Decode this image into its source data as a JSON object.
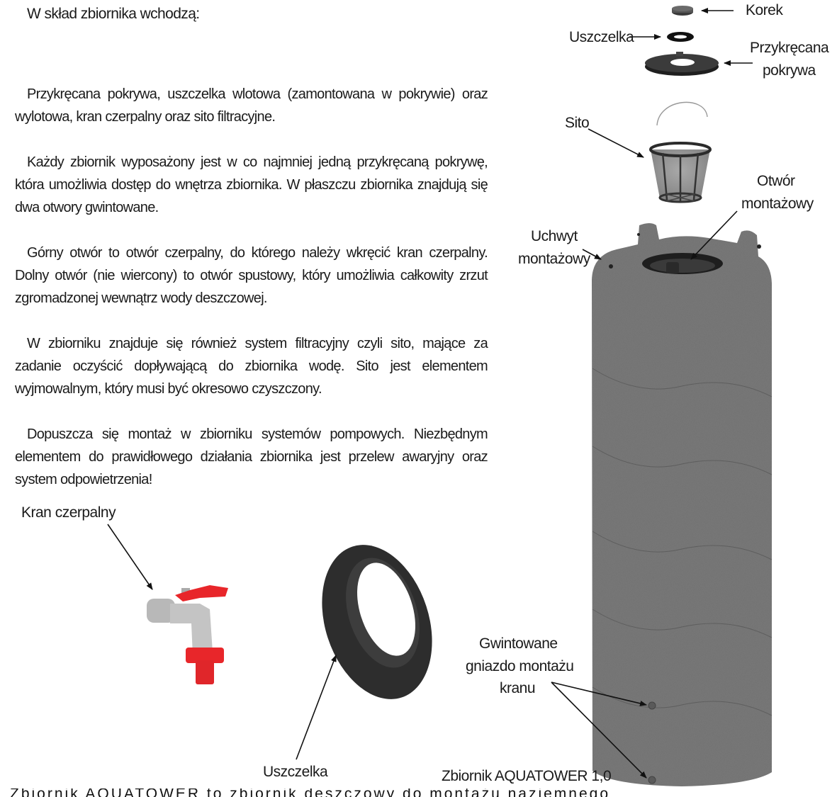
{
  "document": {
    "heading": "W skład zbiornika wchodzą:",
    "paragraphs": [
      "Przykręcana pokrywa, uszczelka wlotowa (zamontowana w pokrywie) oraz wylotowa, kran czerpalny oraz sito filtracyjne.",
      "Każdy zbiornik wyposażony jest w co najmniej jedną przykręcaną pokrywę, która umożliwia dostęp do wnętrza zbiornika. W płaszczu zbiornika znajdują się dwa otwory gwintowane.",
      "Górny otwór to otwór czerpalny, do którego należy wkręcić kran czerpalny. Dolny otwór (nie wiercony) to otwór spustowy, który umożliwia całkowity zrzut zgromadzonej wewnątrz wody deszczowej.",
      "W zbiorniku znajduje się również system filtracyjny czyli sito, mające za zadanie oczyścić dopływającą do zbiornika wodę. Sito jest elementem wyjmowalnym, który musi być okresowo czyszczony.",
      "Dopuszcza się montaż w zbiorniku systemów pompowych. Niezbędnym elementem do prawidłowego działania zbiornika jest przelew awaryjny oraz system odpowietrzenia!"
    ],
    "cut_off_line": "Zbiornik AQUATOWER to zbiornik deszczowy do montażu naziemnego"
  },
  "labels": {
    "korek": "Korek",
    "uszczelka_top": "Uszczelka",
    "pokrywa_line1": "Przykręcana",
    "pokrywa_line2": "pokrywa",
    "sito": "Sito",
    "otwor_line1": "Otwór",
    "otwor_line2": "montażowy",
    "uchwyt_line1": "Uchwyt",
    "uchwyt_line2": "montażowy",
    "kran": "Kran czerpalny",
    "uszczelka_bottom": "Uszczelka",
    "gniazdo_line1": "Gwintowane",
    "gniazdo_line2": "gniazdo montażu",
    "gniazdo_line3": "kranu",
    "tank_name": "Zbiornik AQUATOWER 1,0"
  },
  "colors": {
    "tank": "#7a7a7a",
    "dark_part": "#2f2f2f",
    "tap_red": "#e8262a",
    "tap_grey": "#bdbdbd"
  }
}
